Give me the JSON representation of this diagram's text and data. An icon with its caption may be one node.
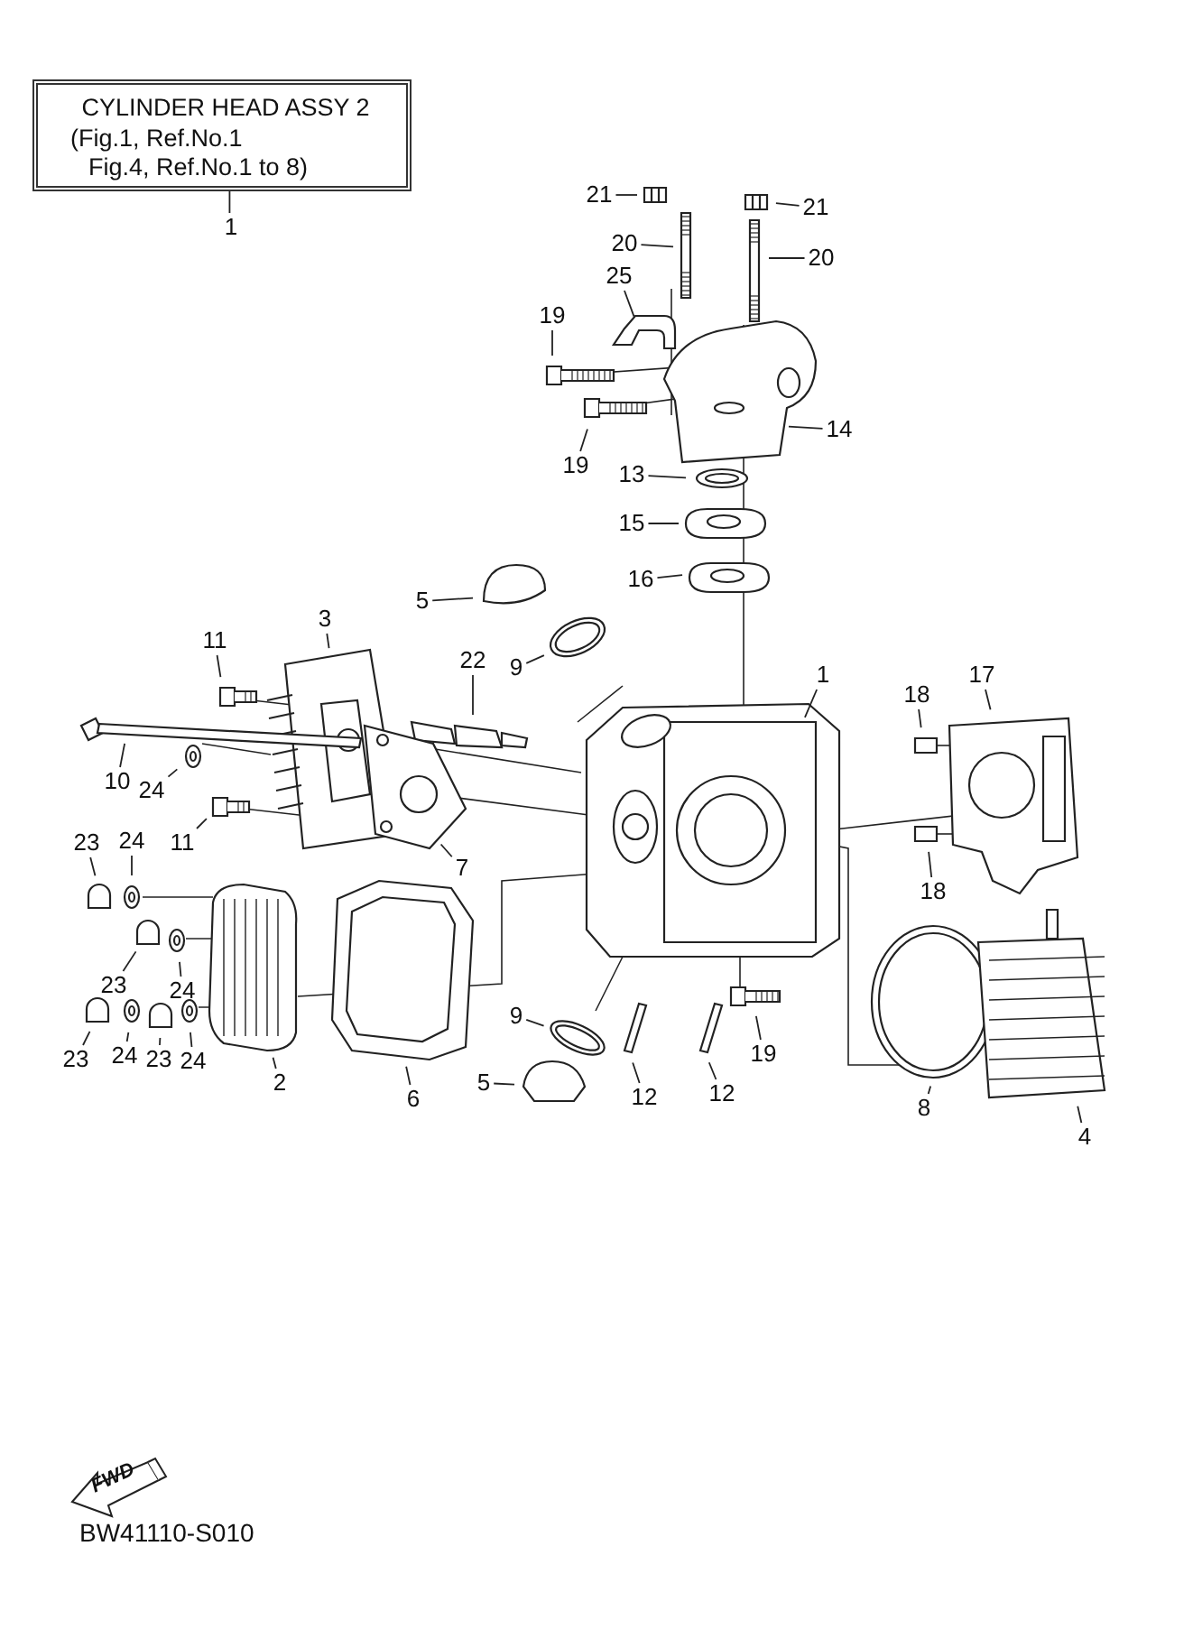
{
  "diagram": {
    "nodes": [
      {
        "text": [
          "CYLINDER HEAD ASSY 2",
          "(Fig.1, Ref.No.1",
          "Fig.4, Ref.No.1 to 8)"
        ]
      },
      {
        "text": [
          "1"
        ]
      },
      {
        "text": [
          "21"
        ]
      },
      {
        "text": [
          "21"
        ]
      },
      {
        "text": [
          "20"
        ]
      },
      {
        "text": [
          "20"
        ]
      },
      {
        "text": [
          "25"
        ]
      },
      {
        "text": [
          "19"
        ]
      },
      {
        "text": [
          "14"
        ]
      },
      {
        "text": [
          "19"
        ]
      },
      {
        "text": [
          "13"
        ]
      },
      {
        "text": [
          "15"
        ]
      },
      {
        "text": [
          "16"
        ]
      },
      {
        "text": [
          "5"
        ]
      },
      {
        "text": [
          "11"
        ]
      },
      {
        "text": [
          "3"
        ]
      },
      {
        "text": [
          "22"
        ]
      },
      {
        "text": [
          "9"
        ]
      },
      {
        "text": [
          "17"
        ]
      },
      {
        "text": [
          "1"
        ]
      },
      {
        "text": [
          "18"
        ]
      },
      {
        "text": [
          "10"
        ]
      },
      {
        "text": [
          "24"
        ]
      },
      {
        "text": [
          "11"
        ]
      },
      {
        "text": [
          "7"
        ]
      },
      {
        "text": [
          "23"
        ]
      },
      {
        "text": [
          "24"
        ]
      },
      {
        "text": [
          "18"
        ]
      },
      {
        "text": [
          "23"
        ]
      },
      {
        "text": [
          "24"
        ]
      },
      {
        "text": [
          "9"
        ]
      },
      {
        "text": [
          "23"
        ]
      },
      {
        "text": [
          "24"
        ]
      },
      {
        "text": [
          "23"
        ]
      },
      {
        "text": [
          "24"
        ]
      },
      {
        "text": [
          "2"
        ]
      },
      {
        "text": [
          "6"
        ]
      },
      {
        "text": [
          "19"
        ]
      },
      {
        "text": [
          "5"
        ]
      },
      {
        "text": [
          "12"
        ]
      },
      {
        "text": [
          "12"
        ]
      },
      {
        "text": [
          "8"
        ]
      },
      {
        "text": [
          "4"
        ]
      }
    ],
    "edges": [
      {
        "from": 1,
        "to": 0,
        "arrow": "none"
      },
      {
        "from": 2,
        "to": null,
        "arrow": "none"
      },
      {
        "from": 3,
        "to": null,
        "arrow": "none"
      },
      {
        "from": 4,
        "to": null,
        "arrow": "none"
      },
      {
        "from": 5,
        "to": null,
        "arrow": "none"
      },
      {
        "from": 6,
        "to": null,
        "arrow": "none"
      },
      {
        "from": 7,
        "to": null,
        "arrow": "none"
      },
      {
        "from": 8,
        "to": null,
        "arrow": "none"
      },
      {
        "from": 9,
        "to": null,
        "arrow": "none"
      },
      {
        "from": 10,
        "to": null,
        "arrow": "none"
      },
      {
        "from": 11,
        "to": null,
        "arrow": "none"
      },
      {
        "from": 12,
        "to": null,
        "arrow": "none"
      },
      {
        "from": 13,
        "to": null,
        "arrow": "none"
      },
      {
        "from": 14,
        "to": null,
        "arrow": "none"
      },
      {
        "from": 15,
        "to": null,
        "arrow": "none"
      },
      {
        "from": 16,
        "to": null,
        "arrow": "none"
      },
      {
        "from": 17,
        "to": null,
        "arrow": "none"
      },
      {
        "from": 18,
        "to": null,
        "arrow": "none"
      },
      {
        "from": 19,
        "to": null,
        "arrow": "none"
      },
      {
        "from": 20,
        "to": null,
        "arrow": "none"
      },
      {
        "from": 21,
        "to": null,
        "arrow": "none"
      },
      {
        "from": 22,
        "to": null,
        "arrow": "none"
      },
      {
        "from": 23,
        "to": null,
        "arrow": "none"
      },
      {
        "from": 24,
        "to": null,
        "arrow": "none"
      },
      {
        "from": 25,
        "to": null,
        "arrow": "none"
      },
      {
        "from": 26,
        "to": null,
        "arrow": "none"
      },
      {
        "from": 27,
        "to": null,
        "arrow": "none"
      },
      {
        "from": 28,
        "to": null,
        "arrow": "none"
      },
      {
        "from": 29,
        "to": null,
        "arrow": "none"
      },
      {
        "from": 30,
        "to": null,
        "arrow": "none"
      },
      {
        "from": 31,
        "to": null,
        "arrow": "none"
      },
      {
        "from": 32,
        "to": null,
        "arrow": "none"
      },
      {
        "from": 33,
        "to": null,
        "arrow": "none"
      },
      {
        "from": 34,
        "to": null,
        "arrow": "none"
      },
      {
        "from": 35,
        "to": null,
        "arrow": "none"
      },
      {
        "from": 36,
        "to": null,
        "arrow": "none"
      },
      {
        "from": 37,
        "to": null,
        "arrow": "none"
      },
      {
        "from": 38,
        "to": null,
        "arrow": "none"
      },
      {
        "from": 39,
        "to": null,
        "arrow": "none"
      },
      {
        "from": 40,
        "to": null,
        "arrow": "none"
      },
      {
        "from": 41,
        "to": null,
        "arrow": "none"
      },
      {
        "from": 42,
        "to": null,
        "arrow": "none"
      }
    ],
    "labels": [
      "FWD",
      "BW41110-S010"
    ]
  }
}
